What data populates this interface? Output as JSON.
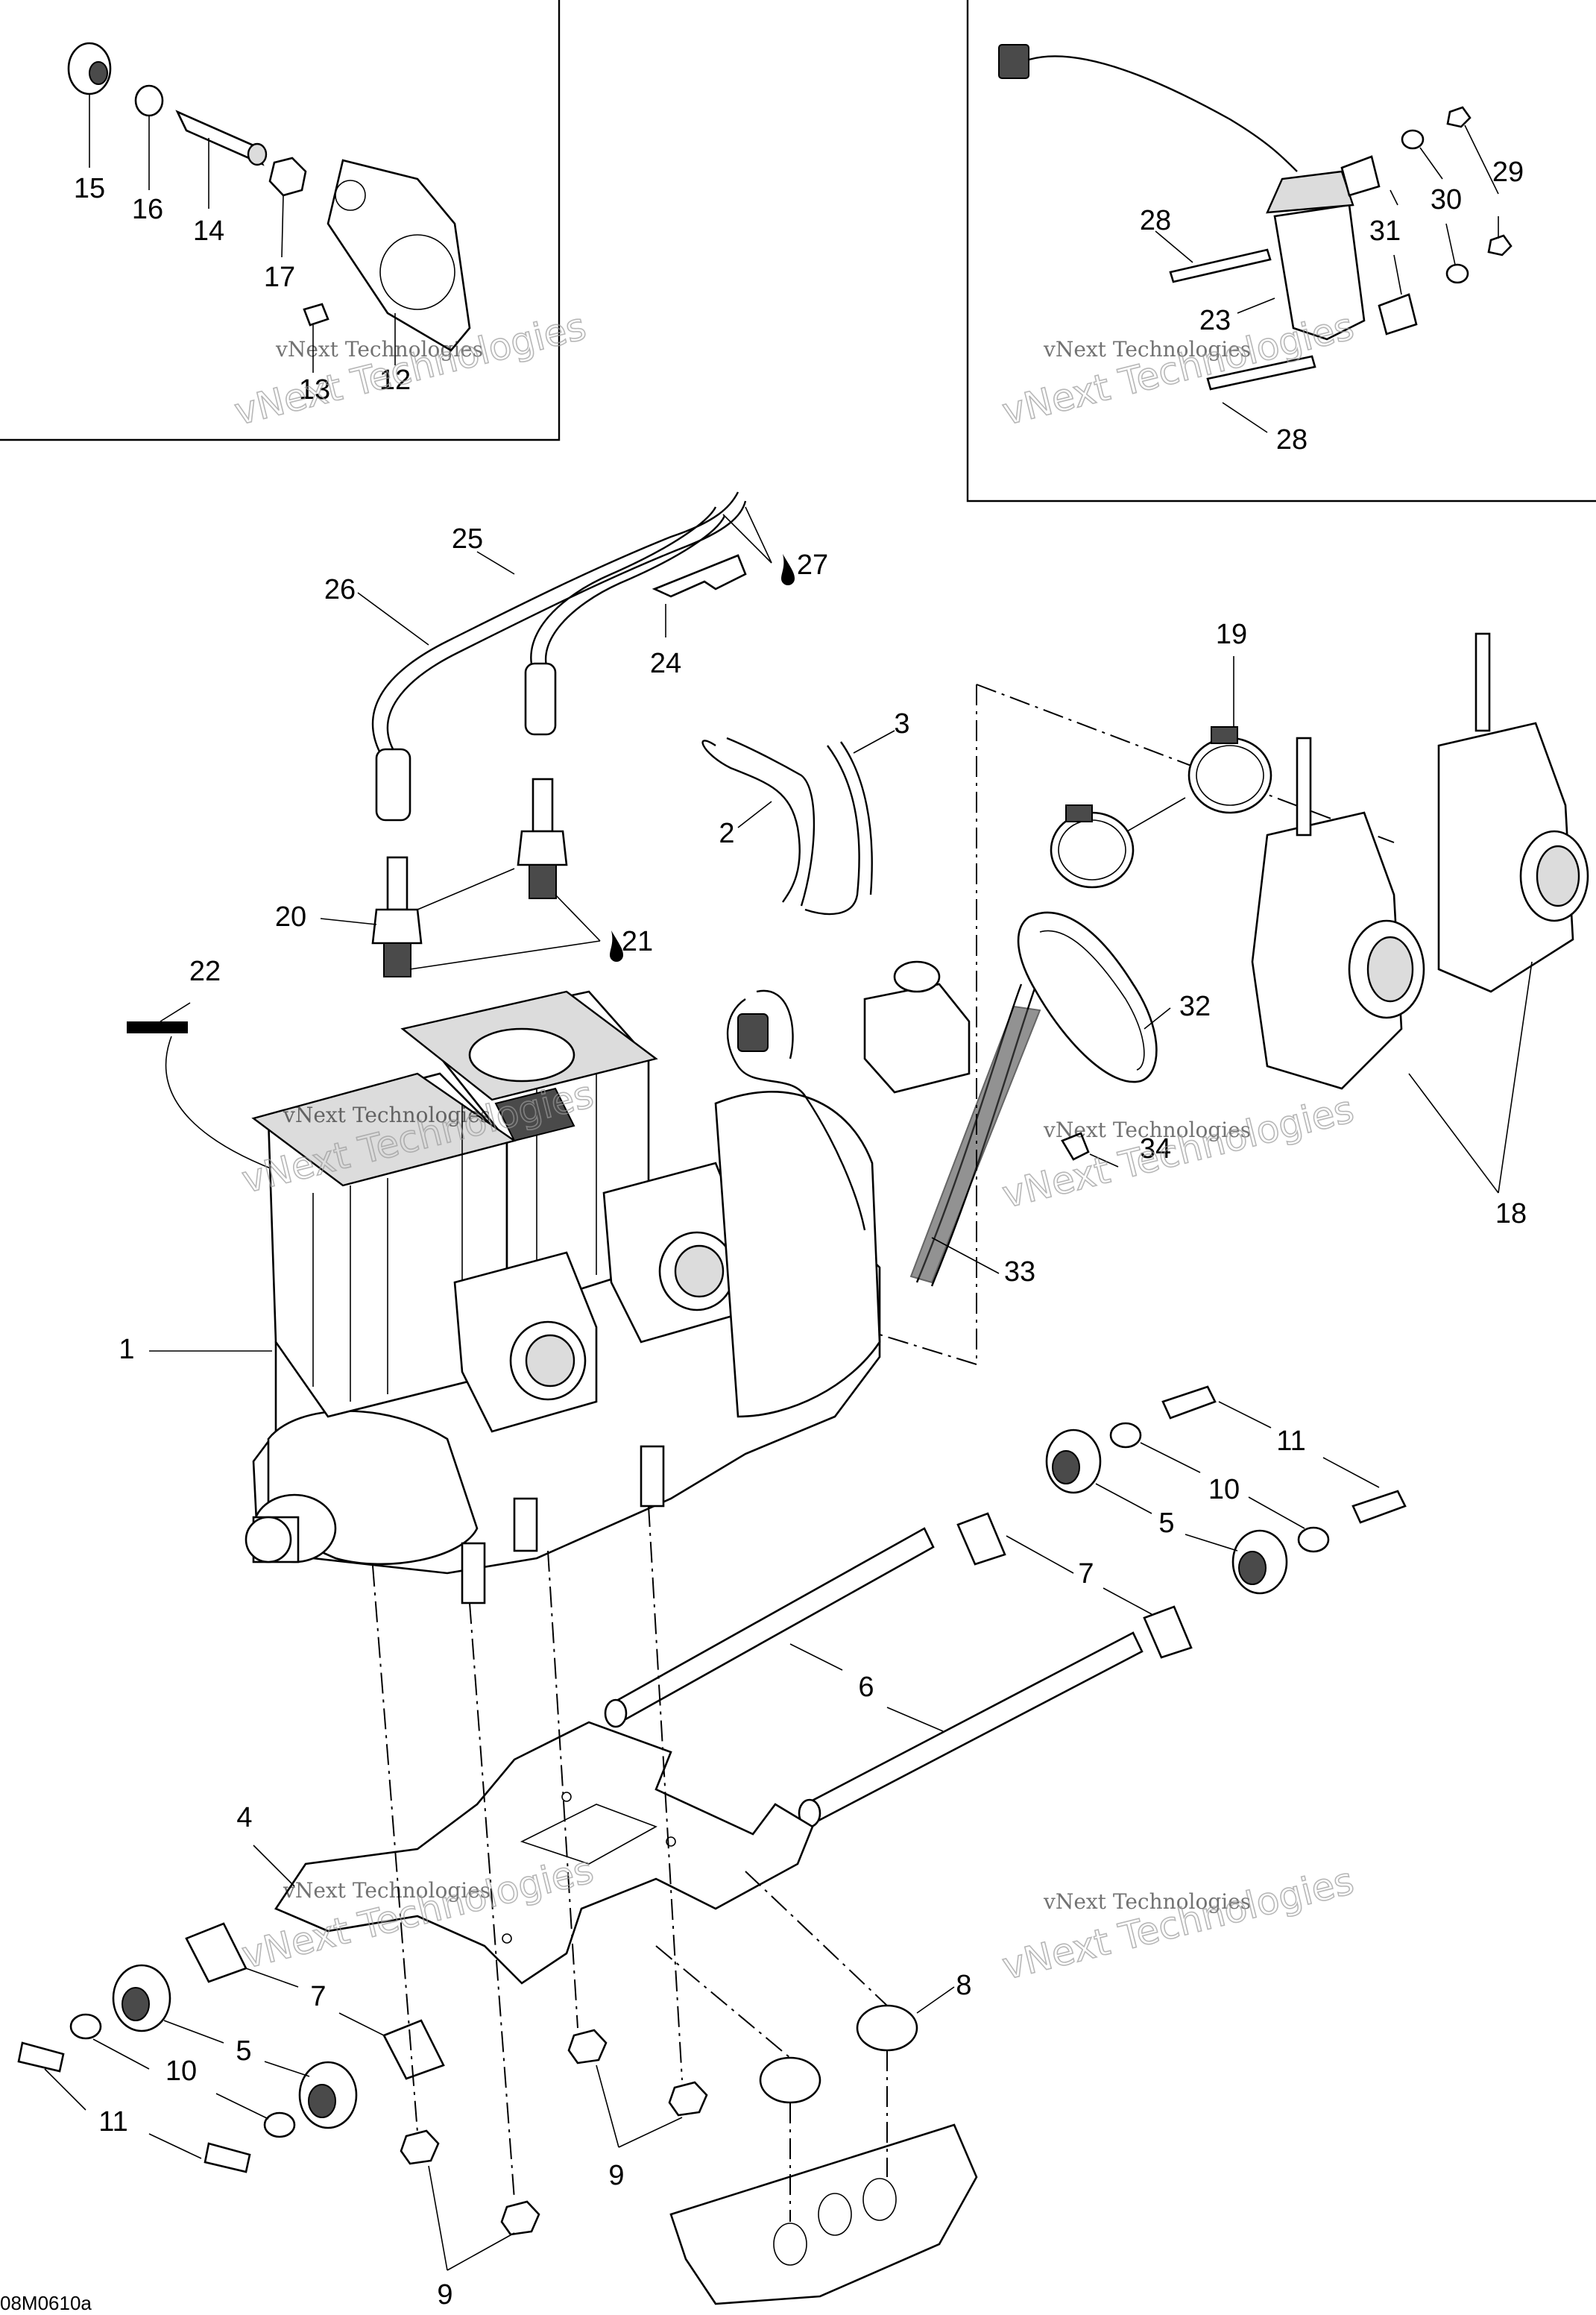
{
  "figure_id": "08M0610a",
  "watermark": {
    "line1": "vNext Technologies",
    "big": "vNext Technologies"
  },
  "callouts": [
    {
      "id": "c15",
      "text": "15"
    },
    {
      "id": "c16",
      "text": "16"
    },
    {
      "id": "c14",
      "text": "14"
    },
    {
      "id": "c17",
      "text": "17"
    },
    {
      "id": "c13",
      "text": "13"
    },
    {
      "id": "c12",
      "text": "12"
    },
    {
      "id": "c28a",
      "text": "28"
    },
    {
      "id": "c23",
      "text": "23"
    },
    {
      "id": "c31",
      "text": "31"
    },
    {
      "id": "c30",
      "text": "30"
    },
    {
      "id": "c29",
      "text": "29"
    },
    {
      "id": "c28b",
      "text": "28"
    },
    {
      "id": "c25",
      "text": "25"
    },
    {
      "id": "c26",
      "text": "26"
    },
    {
      "id": "c27",
      "text": "27"
    },
    {
      "id": "c24",
      "text": "24"
    },
    {
      "id": "c19",
      "text": "19"
    },
    {
      "id": "c3",
      "text": "3"
    },
    {
      "id": "c2",
      "text": "2"
    },
    {
      "id": "c20",
      "text": "20"
    },
    {
      "id": "c21",
      "text": "21"
    },
    {
      "id": "c22",
      "text": "22"
    },
    {
      "id": "c32",
      "text": "32"
    },
    {
      "id": "c34",
      "text": "34"
    },
    {
      "id": "c18",
      "text": "18"
    },
    {
      "id": "c33",
      "text": "33"
    },
    {
      "id": "c1",
      "text": "1"
    },
    {
      "id": "c11a",
      "text": "11"
    },
    {
      "id": "c10a",
      "text": "10"
    },
    {
      "id": "c5a",
      "text": "5"
    },
    {
      "id": "c7a",
      "text": "7"
    },
    {
      "id": "c6",
      "text": "6"
    },
    {
      "id": "c4",
      "text": "4"
    },
    {
      "id": "c8",
      "text": "8"
    },
    {
      "id": "c7b",
      "text": "7"
    },
    {
      "id": "c5b",
      "text": "5"
    },
    {
      "id": "c10b",
      "text": "10"
    },
    {
      "id": "c11b",
      "text": "11"
    },
    {
      "id": "c9a",
      "text": "9"
    },
    {
      "id": "c9b",
      "text": "9"
    }
  ]
}
